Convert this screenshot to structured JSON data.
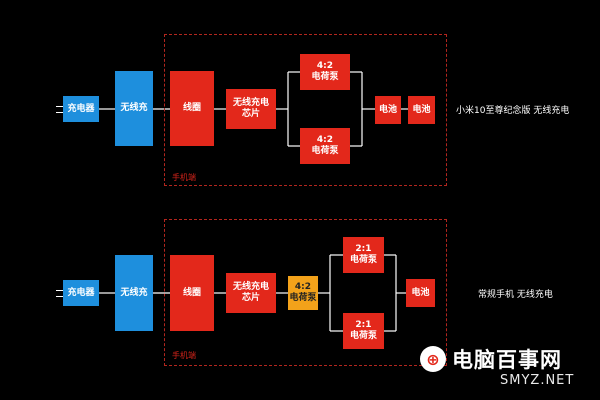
{
  "top": {
    "charger": "充电器",
    "wireless": "无线充",
    "coil": "线圈",
    "chip": "无线充电\n芯片",
    "pump1": "4:2\n电荷泵",
    "pump2": "4:2\n电荷泵",
    "battery1": "电池",
    "battery2": "电池",
    "phone_side": "手机端",
    "description": "小米10至尊纪念版 无线充电"
  },
  "bottom": {
    "charger": "充电器",
    "wireless": "无线充",
    "coil": "线圈",
    "chip": "无线充电\n芯片",
    "pump_pre": "4:2\n电荷泵",
    "pump1": "2:1\n电荷泵",
    "pump2": "2:1\n电荷泵",
    "battery": "电池",
    "phone_side": "手机端",
    "description": "常规手机 无线充电"
  },
  "branding": {
    "logo_glyph": "⊕",
    "site_name": "电脑百事网",
    "domain": "SMYZ.NET"
  },
  "colors": {
    "red": "#e3281b",
    "blue": "#1e8fdd",
    "orange": "#f3a21a",
    "frame": "#b3261e"
  }
}
